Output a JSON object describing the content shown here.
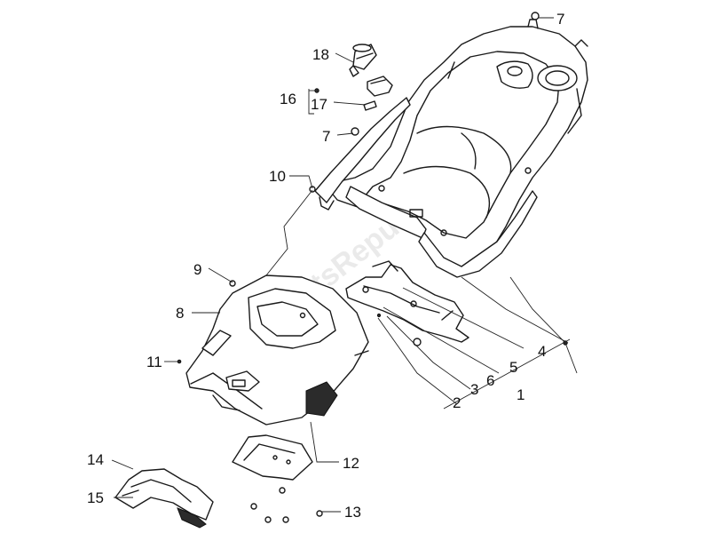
{
  "diagram": {
    "watermark": "PartsRepublik",
    "callouts": [
      {
        "id": "7a",
        "label": "7"
      },
      {
        "id": "18",
        "label": "18"
      },
      {
        "id": "16",
        "label": "16"
      },
      {
        "id": "17",
        "label": "17"
      },
      {
        "id": "7b",
        "label": "7"
      },
      {
        "id": "10",
        "label": "10"
      },
      {
        "id": "9",
        "label": "9"
      },
      {
        "id": "8",
        "label": "8"
      },
      {
        "id": "11",
        "label": "11"
      },
      {
        "id": "4",
        "label": "4"
      },
      {
        "id": "5",
        "label": "5"
      },
      {
        "id": "6",
        "label": "6"
      },
      {
        "id": "3",
        "label": "3"
      },
      {
        "id": "2",
        "label": "2"
      },
      {
        "id": "1",
        "label": "1"
      },
      {
        "id": "12",
        "label": "12"
      },
      {
        "id": "13",
        "label": "13"
      },
      {
        "id": "14",
        "label": "14"
      },
      {
        "id": "15",
        "label": "15"
      }
    ]
  }
}
